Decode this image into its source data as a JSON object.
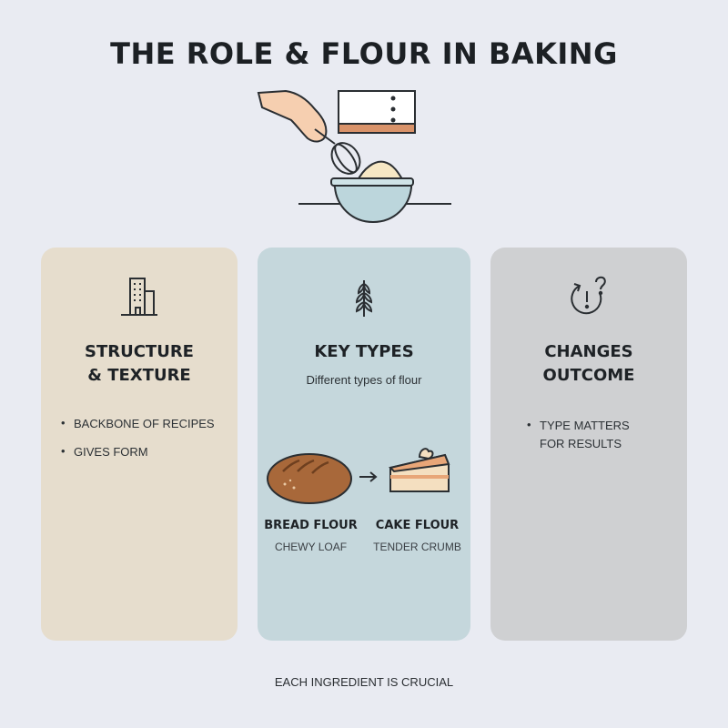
{
  "title": "THE ROLE & FLOUR IN BAKING",
  "cards": [
    {
      "icon": "building-icon",
      "title": "STRUCTURE\n& TEXTURE",
      "bullets": [
        "BACKBONE OF RECIPES",
        "GIVES FORM"
      ]
    },
    {
      "icon": "wheat-icon",
      "title": "KEY TYPES",
      "subtitle": "Different types of flour",
      "items": [
        {
          "icon": "bread-loaf-icon",
          "label": "BREAD FLOUR",
          "desc": "CHEWY LOAF"
        },
        {
          "icon": "cake-slice-icon",
          "label": "CAKE FLOUR",
          "desc": "TENDER CRUMB"
        }
      ]
    },
    {
      "icon": "change-question-icon",
      "title": "CHANGES\nOUTCOME",
      "bullets": [
        "TYPE MATTERS\nFOR RESULTS"
      ]
    }
  ],
  "footer": "EACH INGREDIENT IS CRUCIAL",
  "colors": {
    "background": "#e9ebf2",
    "card_1": "#e6ddcd",
    "card_2": "#c5d7dc",
    "card_3": "#cfd0d2",
    "bread": "#a8683a",
    "cake_frosting": "#e8a678"
  }
}
